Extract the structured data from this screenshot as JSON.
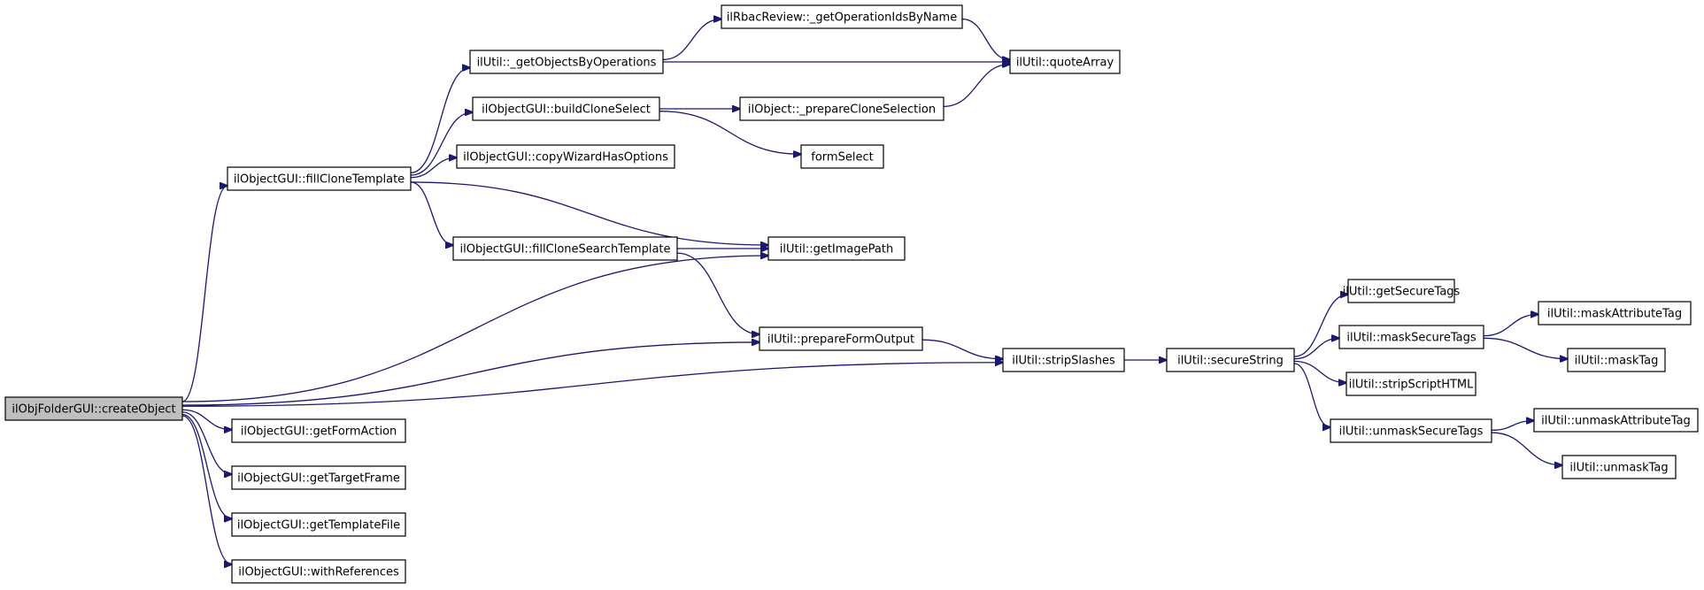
{
  "nodes": {
    "n_create": {
      "label": "ilObjFolderGUI::createObject",
      "root": true
    },
    "n_fillclone": {
      "label": "ilObjectGUI::fillCloneTemplate"
    },
    "n_formaction": {
      "label": "ilObjectGUI::getFormAction"
    },
    "n_target": {
      "label": "ilObjectGUI::getTargetFrame"
    },
    "n_tplfile": {
      "label": "ilObjectGUI::getTemplateFile"
    },
    "n_withrefs": {
      "label": "ilObjectGUI::withReferences"
    },
    "n_getobjs": {
      "label": "ilUtil::_getObjectsByOperations"
    },
    "n_buildclone": {
      "label": "ilObjectGUI::buildCloneSelect"
    },
    "n_copywiz": {
      "label": "ilObjectGUI::copyWizardHasOptions"
    },
    "n_fillsearch": {
      "label": "ilObjectGUI::fillCloneSearchTemplate"
    },
    "n_rbac": {
      "label": "ilRbacReview::_getOperationIdsByName"
    },
    "n_prepclone": {
      "label": "ilObject::_prepareCloneSelection"
    },
    "n_formselect": {
      "label": "formSelect"
    },
    "n_imgpath": {
      "label": "ilUtil::getImagePath"
    },
    "n_prepform": {
      "label": "ilUtil::prepareFormOutput"
    },
    "n_quote": {
      "label": "ilUtil::quoteArray"
    },
    "n_strip": {
      "label": "ilUtil::stripSlashes"
    },
    "n_secure": {
      "label": "ilUtil::secureString"
    },
    "n_getsecure": {
      "label": "ilUtil::getSecureTags"
    },
    "n_masksecure": {
      "label": "ilUtil::maskSecureTags"
    },
    "n_stripjs": {
      "label": "ilUtil::stripScriptHTML"
    },
    "n_unmasksec": {
      "label": "ilUtil::unmaskSecureTags"
    },
    "n_maskattr": {
      "label": "ilUtil::maskAttributeTag"
    },
    "n_masktag": {
      "label": "ilUtil::maskTag"
    },
    "n_unmaskattr": {
      "label": "ilUtil::unmaskAttributeTag"
    },
    "n_unmasktag": {
      "label": "ilUtil::unmaskTag"
    }
  },
  "edges": [
    {
      "from": "n_create",
      "to": "n_fillclone"
    },
    {
      "from": "n_create",
      "to": "n_imgpath"
    },
    {
      "from": "n_create",
      "to": "n_prepform"
    },
    {
      "from": "n_create",
      "to": "n_strip"
    },
    {
      "from": "n_create",
      "to": "n_formaction"
    },
    {
      "from": "n_create",
      "to": "n_target"
    },
    {
      "from": "n_create",
      "to": "n_tplfile"
    },
    {
      "from": "n_create",
      "to": "n_withrefs"
    },
    {
      "from": "n_fillclone",
      "to": "n_getobjs"
    },
    {
      "from": "n_fillclone",
      "to": "n_buildclone"
    },
    {
      "from": "n_fillclone",
      "to": "n_copywiz"
    },
    {
      "from": "n_fillclone",
      "to": "n_fillsearch"
    },
    {
      "from": "n_fillclone",
      "to": "n_imgpath"
    },
    {
      "from": "n_getobjs",
      "to": "n_rbac"
    },
    {
      "from": "n_getobjs",
      "to": "n_quote"
    },
    {
      "from": "n_rbac",
      "to": "n_quote"
    },
    {
      "from": "n_buildclone",
      "to": "n_prepclone"
    },
    {
      "from": "n_buildclone",
      "to": "n_formselect"
    },
    {
      "from": "n_prepclone",
      "to": "n_quote"
    },
    {
      "from": "n_fillsearch",
      "to": "n_imgpath"
    },
    {
      "from": "n_fillsearch",
      "to": "n_prepform"
    },
    {
      "from": "n_prepform",
      "to": "n_strip"
    },
    {
      "from": "n_strip",
      "to": "n_secure"
    },
    {
      "from": "n_secure",
      "to": "n_getsecure"
    },
    {
      "from": "n_secure",
      "to": "n_masksecure"
    },
    {
      "from": "n_secure",
      "to": "n_stripjs"
    },
    {
      "from": "n_secure",
      "to": "n_unmasksec"
    },
    {
      "from": "n_masksecure",
      "to": "n_maskattr"
    },
    {
      "from": "n_masksecure",
      "to": "n_masktag"
    },
    {
      "from": "n_unmasksec",
      "to": "n_unmaskattr"
    },
    {
      "from": "n_unmasksec",
      "to": "n_unmasktag"
    }
  ]
}
